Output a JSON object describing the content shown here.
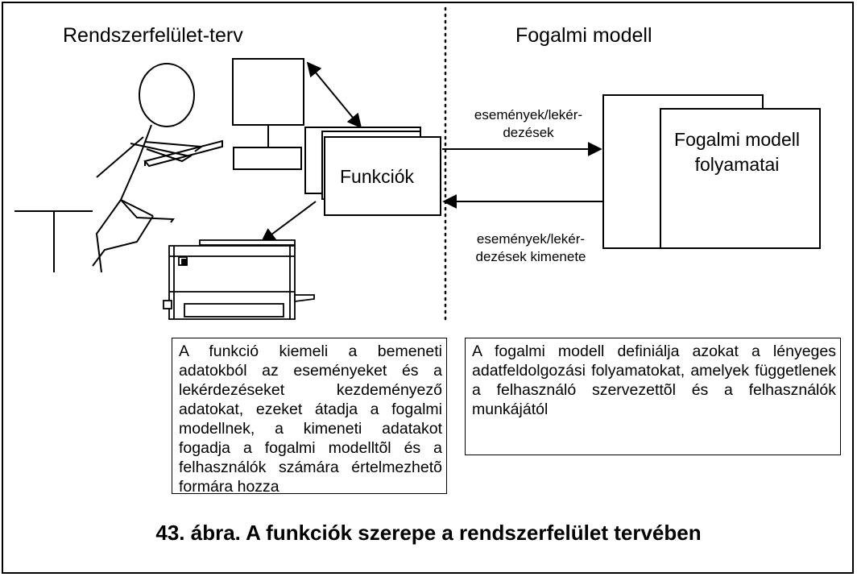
{
  "left_title": "Rendszerfelület-terv",
  "right_title": "Fogalmi modell",
  "functions_label": "Funkciók",
  "model_label": "Fogalmi modell folyamatai",
  "input_label_line1": "események/lekér-",
  "input_label_line2": "dezések",
  "output_label_line1": "események/lekér-",
  "output_label_line2": "dezések kimenete",
  "left_description": "A funkció kiemeli a bemeneti adatokból az eseményeket és a lekérdezéseket kezdeményező adatokat, ezeket átadja a fogalmi modellnek, a kimeneti adatakot fogadja a fogalmi modelltõl és a felhasználók számára értelmezhetõ formára hozza",
  "right_description": "A fogalmi modell definiálja azokat a lényeges adatfeldolgozási folyamatokat, amelyek függetlenek a felhasználó szervezettõl és a felhasználók munkájától",
  "caption": "43. ábra. A funkciók szerepe a rendszerfelület tervében"
}
